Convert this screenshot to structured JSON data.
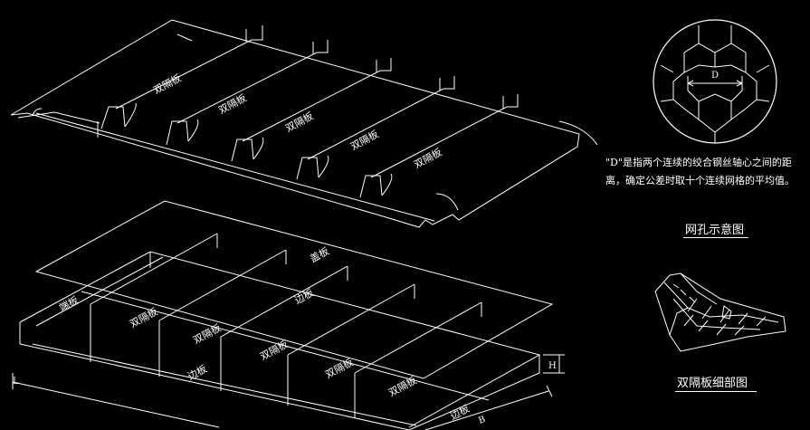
{
  "labels": {
    "panel": "双隔板",
    "lid": "盖板",
    "end_panel": "端板",
    "side_panel": "边板",
    "dim_D": "D",
    "dim_H": "H",
    "dim_L": "L",
    "dim_B": "B"
  },
  "description": "\"D\"是指两个连续的绞合钢丝轴心之间的距离，确定公差时取十个连续网格的平均值。",
  "captions": {
    "mesh": "网孔示意图",
    "detail": "双隔板细部图"
  },
  "colors": {
    "background": "#000000",
    "line": "#ffffff"
  }
}
